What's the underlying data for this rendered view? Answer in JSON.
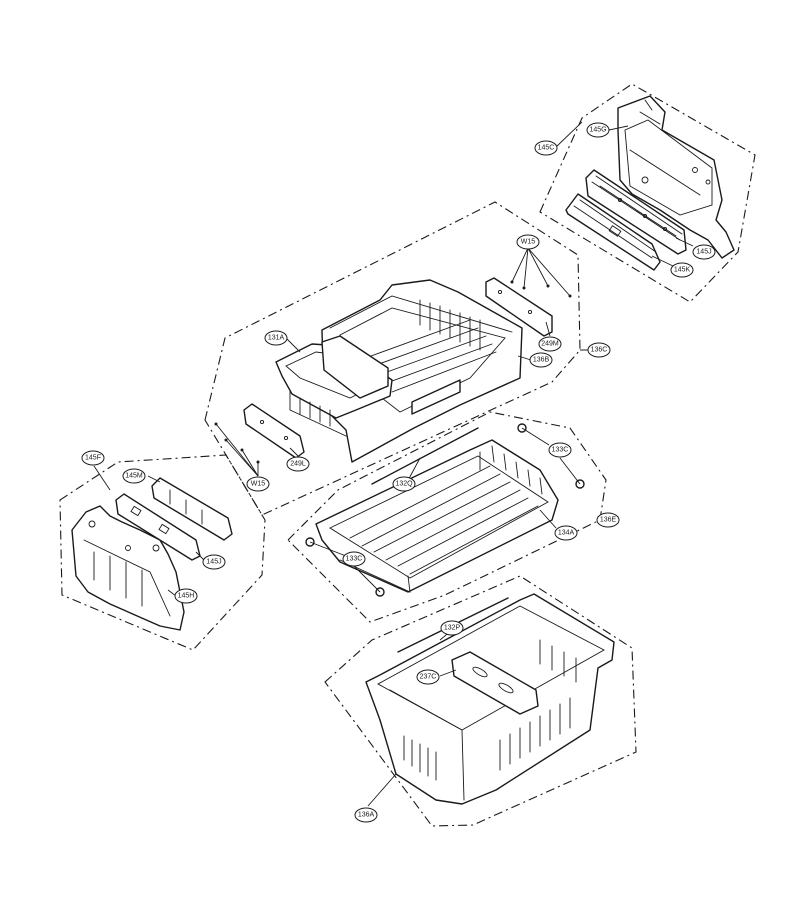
{
  "callouts": [
    {
      "id": "145C_top",
      "label": "145C"
    },
    {
      "id": "145G",
      "label": "145G"
    },
    {
      "id": "145J_top",
      "label": "145J"
    },
    {
      "id": "145K",
      "label": "145K"
    },
    {
      "id": "W15_top",
      "label": "W15"
    },
    {
      "id": "131A",
      "label": "131A"
    },
    {
      "id": "249M",
      "label": "249M"
    },
    {
      "id": "136B",
      "label": "136B"
    },
    {
      "id": "136C",
      "label": "136C"
    },
    {
      "id": "W15_bottom",
      "label": "W15"
    },
    {
      "id": "249L",
      "label": "249L"
    },
    {
      "id": "133C_top",
      "label": "133C"
    },
    {
      "id": "132Q",
      "label": "132Q"
    },
    {
      "id": "134A",
      "label": "134A"
    },
    {
      "id": "136E",
      "label": "136E"
    },
    {
      "id": "133C_bottom",
      "label": "133C"
    },
    {
      "id": "145F",
      "label": "145F"
    },
    {
      "id": "145M",
      "label": "145M"
    },
    {
      "id": "145J_left",
      "label": "145J"
    },
    {
      "id": "145H",
      "label": "145H"
    },
    {
      "id": "132P",
      "label": "132P"
    },
    {
      "id": "237C",
      "label": "237C"
    },
    {
      "id": "136A",
      "label": "136A"
    }
  ]
}
